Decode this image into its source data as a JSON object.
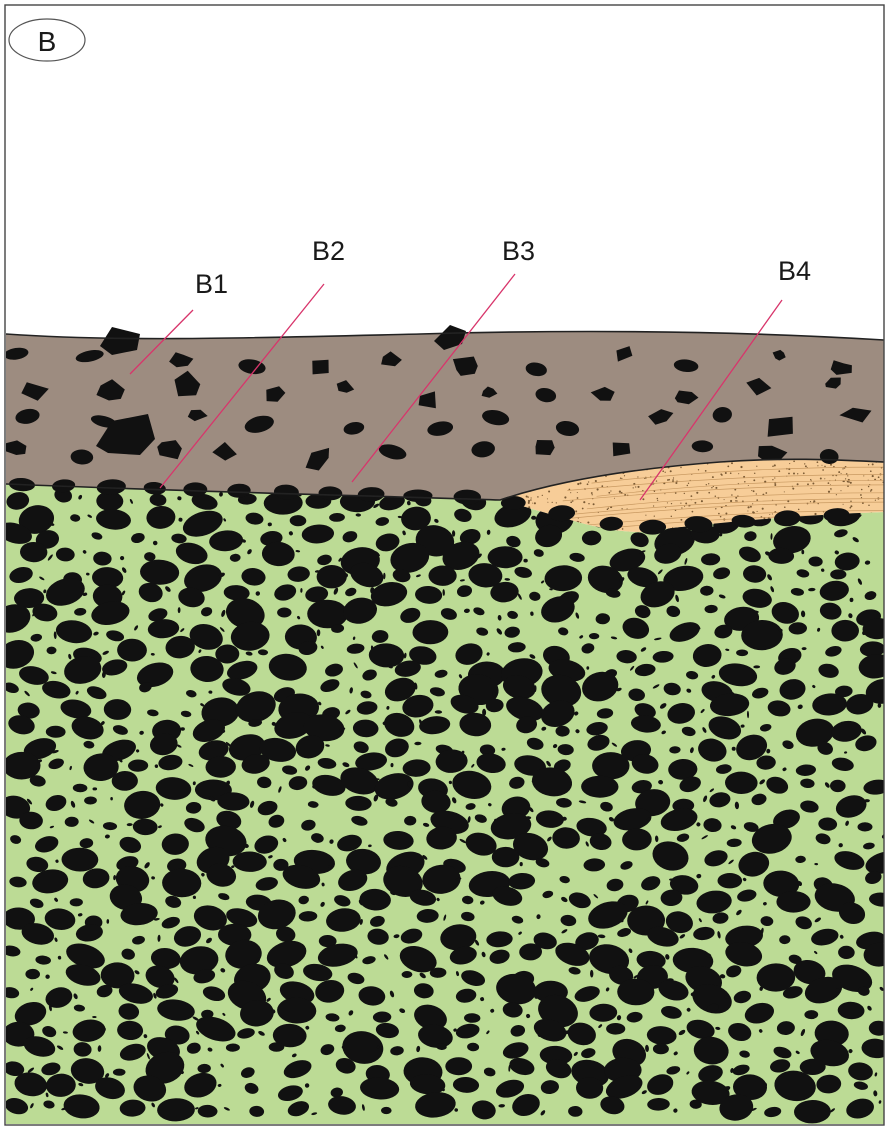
{
  "panel_label": "B",
  "callouts": [
    {
      "id": "b1",
      "label": "B1"
    },
    {
      "id": "b2",
      "label": "B2"
    },
    {
      "id": "b3",
      "label": "B3"
    },
    {
      "id": "b4",
      "label": "B4"
    }
  ],
  "colors": {
    "upper_layer": "#9d8c80",
    "lower_layer": "#bcdb95",
    "sand_lens": "#f7cd98",
    "clasts": "#111111",
    "leader_lines": "#d8356b",
    "frame": "#444444"
  }
}
